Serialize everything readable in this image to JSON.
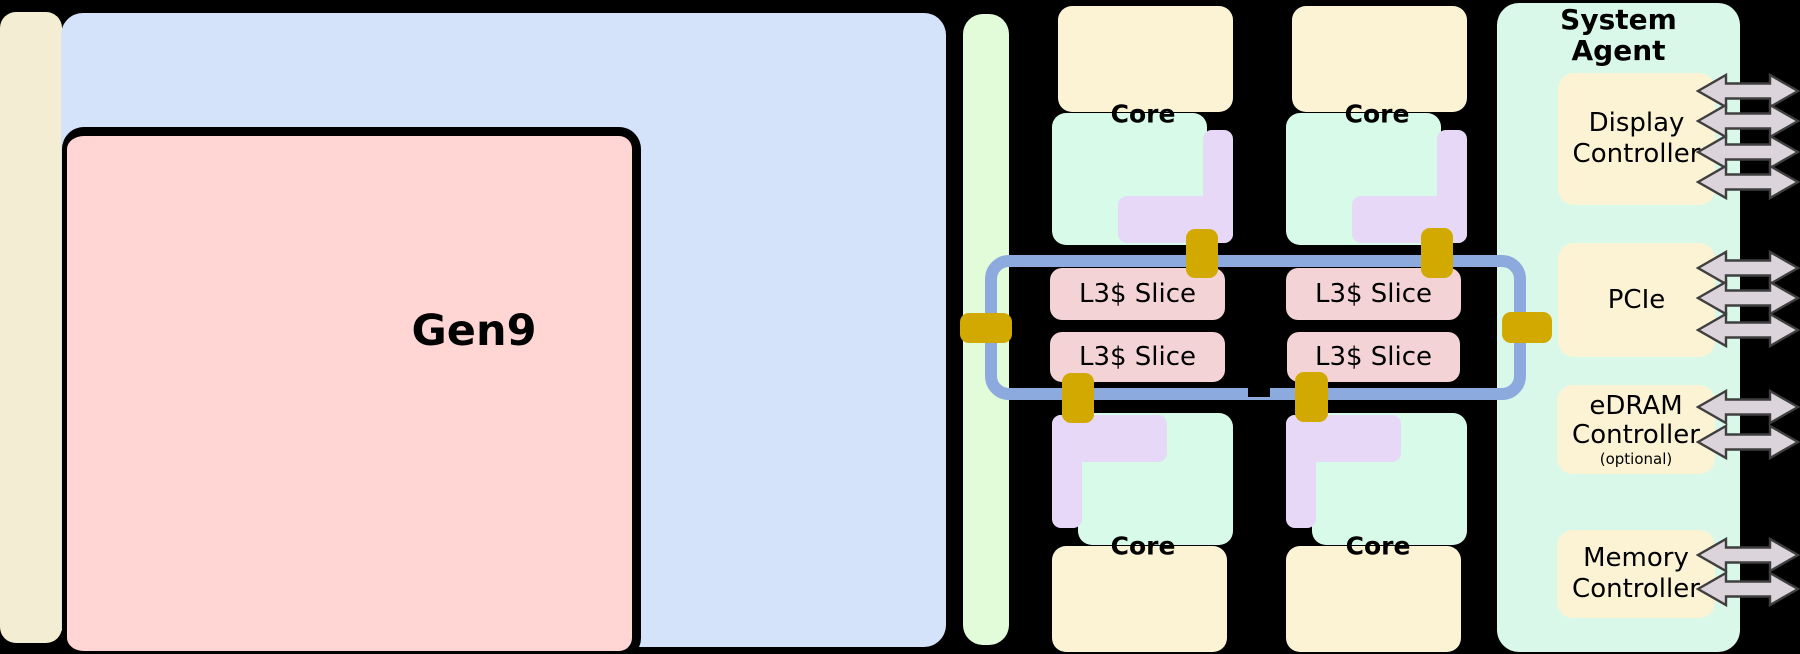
{
  "gpu": {
    "label": "Gen9"
  },
  "cores": [
    {
      "label": "Core"
    },
    {
      "label": "Core"
    },
    {
      "label": "Core"
    },
    {
      "label": "Core"
    }
  ],
  "l3_slices": [
    {
      "label": "L3$ Slice"
    },
    {
      "label": "L3$ Slice"
    },
    {
      "label": "L3$ Slice"
    },
    {
      "label": "L3$ Slice"
    }
  ],
  "system_agent": {
    "title_lines": [
      "System",
      "Agent"
    ],
    "blocks": [
      {
        "id": "display-controller",
        "lines": [
          "Display",
          "Controller"
        ],
        "arrow_count": 4
      },
      {
        "id": "pcie",
        "lines": [
          "PCIe"
        ],
        "arrow_count": 3
      },
      {
        "id": "edram-controller",
        "lines": [
          "eDRAM",
          "Controller"
        ],
        "note": "(optional)",
        "arrow_count": 2
      },
      {
        "id": "memory-controller",
        "lines": [
          "Memory",
          "Controller"
        ],
        "arrow_count": 2
      }
    ]
  },
  "colors": {
    "background": "#000000",
    "left_bar_cream": "#f3edd3",
    "gpu_outer_blue": "#d5e3fa",
    "gen9_pink": "#ffd6d3",
    "core_cream": "#fcf3d5",
    "core_mint": "#d8fbe9",
    "core_purple": "#e7d8f8",
    "l3_pink": "#f3d3d5",
    "green_bar": "#e2fcda",
    "system_agent_mint": "#d9f8e9",
    "ring_bus_blue": "#8caade",
    "ring_stop_gold": "#d1a900",
    "arrow_fill_gray": "#dbd4db",
    "arrow_stroke": "#3f3f3f"
  }
}
